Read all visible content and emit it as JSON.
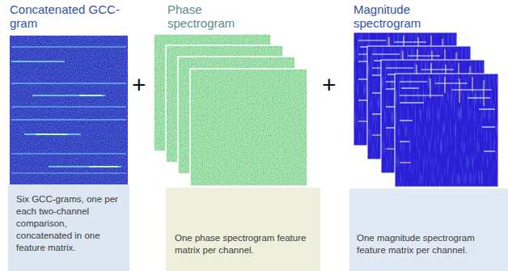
{
  "diagram": {
    "nodes": [
      {
        "text": [
          "Concatenated GCC-gram",
          "Six GCC-grams, one per each two-channel comparison, concatenated in one feature matrix."
        ]
      },
      {
        "text": [
          "Phase spectrogram",
          "One phase spectrogram feature matrix per channel."
        ]
      },
      {
        "text": [
          "Magnitude spectrogram",
          "One magnitude spectrogram feature matrix per channel."
        ]
      }
    ],
    "labels": [
      "+",
      "+"
    ]
  }
}
